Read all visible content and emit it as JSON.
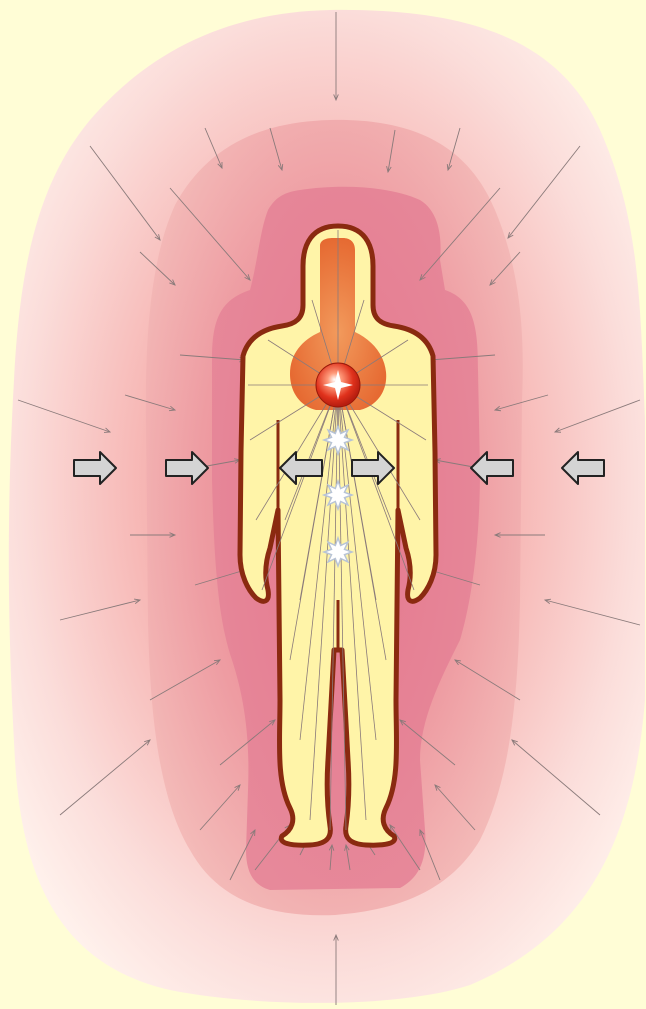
{
  "colors": {
    "page_background": "#FFFDD6",
    "outer_aura": "#F7B8B8",
    "middle_aura": "#EE9A9E",
    "inner_aura": "#E57C8C",
    "body_fill": "#FFF4A8",
    "body_outline": "#8A2A10",
    "head_core": "#E8733A",
    "heart_sphere": "#E53920",
    "star_fill": "#FFFFFF",
    "star_stroke": "#B8C4D6",
    "field_line": "#8A7A7A",
    "big_arrow_fill": "#D4D4D4",
    "big_arrow_stroke": "#222222"
  },
  "icons": {
    "heart": "glowing-sphere-icon",
    "centers": "star-burst-icon",
    "force": "block-arrow-icon"
  },
  "heart_center_count": 1,
  "energy_center_count": 3,
  "block_arrows": [
    {
      "side": "left",
      "direction": "inward"
    },
    {
      "side": "left",
      "direction": "inward"
    },
    {
      "side": "left",
      "direction": "outward"
    },
    {
      "side": "right",
      "direction": "outward"
    },
    {
      "side": "right",
      "direction": "inward"
    },
    {
      "side": "right",
      "direction": "inward"
    }
  ]
}
